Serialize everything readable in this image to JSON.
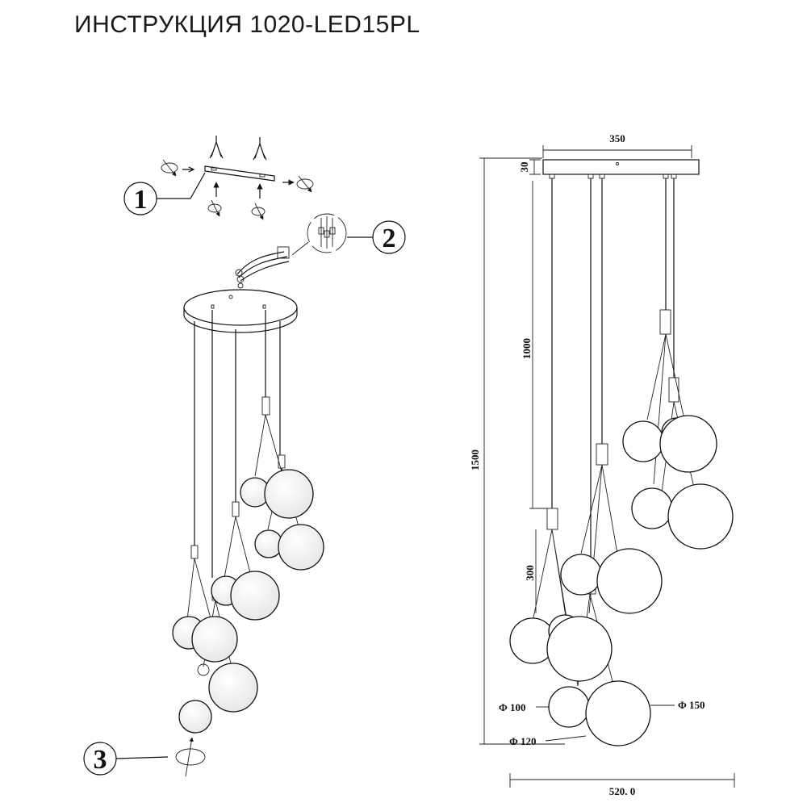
{
  "title": "ИНСТРУКЦИЯ 1020-LED15PL",
  "steps": [
    "1",
    "2",
    "3"
  ],
  "dimensions": {
    "canopy_width": "350",
    "canopy_height": "30",
    "cable_length": "1000",
    "total_height": "1500",
    "cluster_height": "300",
    "d_small": "Φ 100",
    "d_medium": "Φ 120",
    "d_large": "Φ 150",
    "total_width": "520. 0"
  }
}
